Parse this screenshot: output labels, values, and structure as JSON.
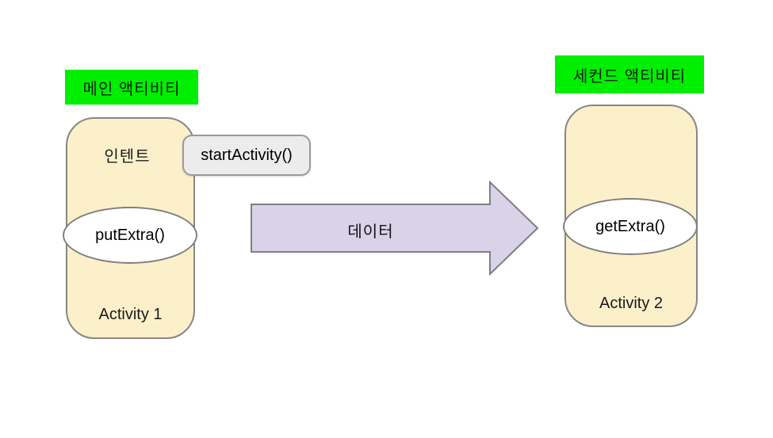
{
  "diagram": {
    "main_activity": {
      "group_label": "메인 액티비티",
      "container_label": "인텐트",
      "action_label": "startActivity()",
      "method_label": "putExtra()",
      "node_label": "Activity 1"
    },
    "second_activity": {
      "group_label": "세컨드 액티비티",
      "method_label": "getExtra()",
      "node_label": "Activity 2"
    },
    "arrow": {
      "label": "데이터",
      "direction": "right"
    },
    "colors": {
      "background": "#ffffff",
      "group_label_bg": "#00ee00",
      "activity_fill": "#fcf0ca",
      "action_fill": "#ececec",
      "ellipse_fill": "#ffffff",
      "arrow_fill": "#d9d2e9",
      "shape_border": "#7f7f7f",
      "text": "#111111"
    }
  }
}
